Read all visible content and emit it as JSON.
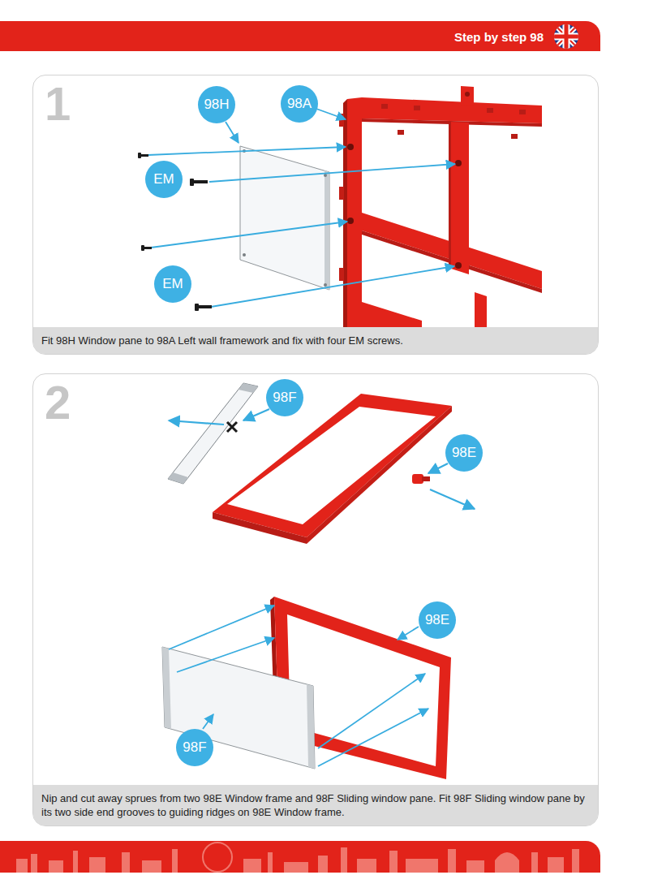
{
  "diagram": {
    "title": "Step by step 98",
    "nodes": [
      {
        "text": [
          "1"
        ]
      },
      {
        "text": [
          "98H"
        ],
        "in": 0
      },
      {
        "text": [
          "98A"
        ],
        "in": 0
      },
      {
        "text": [
          "EM"
        ],
        "in": 0
      },
      {
        "text": [
          "EM"
        ],
        "in": 0
      },
      {
        "text": [
          "Fit 98H Window pane to 98A Left wall framework and fix with four EM screws."
        ],
        "in": 0
      },
      {
        "text": [
          "2"
        ]
      },
      {
        "text": [
          "98F"
        ],
        "in": 6
      },
      {
        "text": [
          "98E"
        ],
        "in": 6
      },
      {
        "text": [
          "98E"
        ],
        "in": 6
      },
      {
        "text": [
          "98F"
        ],
        "in": 6
      },
      {
        "text": [
          "Nip and cut away sprues from two 98E Window frame and 98F Sliding window pane. Fit 98F Sliding window pane by its two side end grooves to guiding ridges on 98E Window frame."
        ],
        "in": 6
      }
    ]
  }
}
